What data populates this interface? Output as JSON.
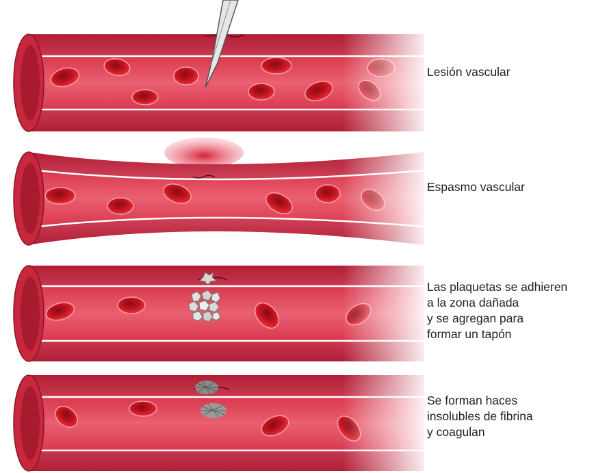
{
  "colors": {
    "wall": "#c8283e",
    "wall_light": "#ee8090",
    "lumen": "#e0485c",
    "cell": "#b8101e",
    "platelet": "#d8d8d8",
    "fibrin": "#8a8a8a"
  },
  "stages": [
    {
      "name": "lesion",
      "lines": [
        "Lesión vascular"
      ]
    },
    {
      "name": "spasm",
      "lines": [
        "Espasmo vascular"
      ]
    },
    {
      "name": "platelet-plug",
      "lines": [
        "Las plaquetas se adhieren",
        "a la zona dañada",
        "y se agregan para",
        "formar un tapón"
      ]
    },
    {
      "name": "coagulation",
      "lines": [
        "Se forman haces",
        "insolubles de fibrina",
        "y coagulan"
      ]
    }
  ]
}
